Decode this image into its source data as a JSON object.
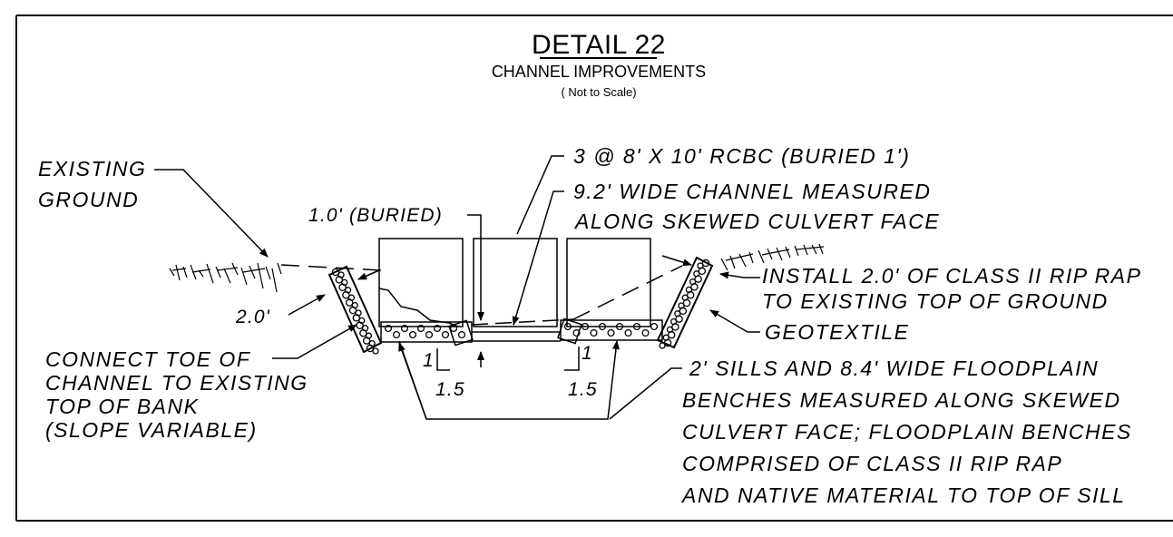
{
  "detail": {
    "title": "DETAIL 22",
    "subtitle": "CHANNEL IMPROVEMENTS",
    "scale_note": "( Not to Scale)"
  },
  "labels": {
    "existing_ground_1": "EXISTING",
    "existing_ground_2": "GROUND",
    "buried_depth": "1.0' (BURIED)",
    "rcbc": "3 @ 8' X 10' RCBC (BURIED 1')",
    "channel_1": "9.2' WIDE CHANNEL MEASURED",
    "channel_2": "ALONG SKEWED CULVERT FACE",
    "riprap_1": "INSTALL 2.0' OF CLASS II RIP RAP",
    "riprap_2": "TO EXISTING TOP OF GROUND",
    "riprap_thickness": "2.0'",
    "geotextile": "GEOTEXTILE",
    "toe_1": "CONNECT TOE OF",
    "toe_2": "CHANNEL TO EXISTING",
    "toe_3": "TOP OF BANK",
    "toe_4": "(SLOPE VARIABLE)",
    "slope_left_rise": "1",
    "slope_left_run": "1.5",
    "slope_right_rise": "1",
    "slope_right_run": "1.5",
    "sills_1": "2' SILLS AND 8.4' WIDE FLOODPLAIN",
    "sills_2": "BENCHES MEASURED ALONG SKEWED",
    "sills_3": "CULVERT FACE; FLOODPLAIN BENCHES",
    "sills_4": "COMPRISED OF CLASS II RIP RAP",
    "sills_5": "AND NATIVE MATERIAL TO TOP OF SILL"
  }
}
